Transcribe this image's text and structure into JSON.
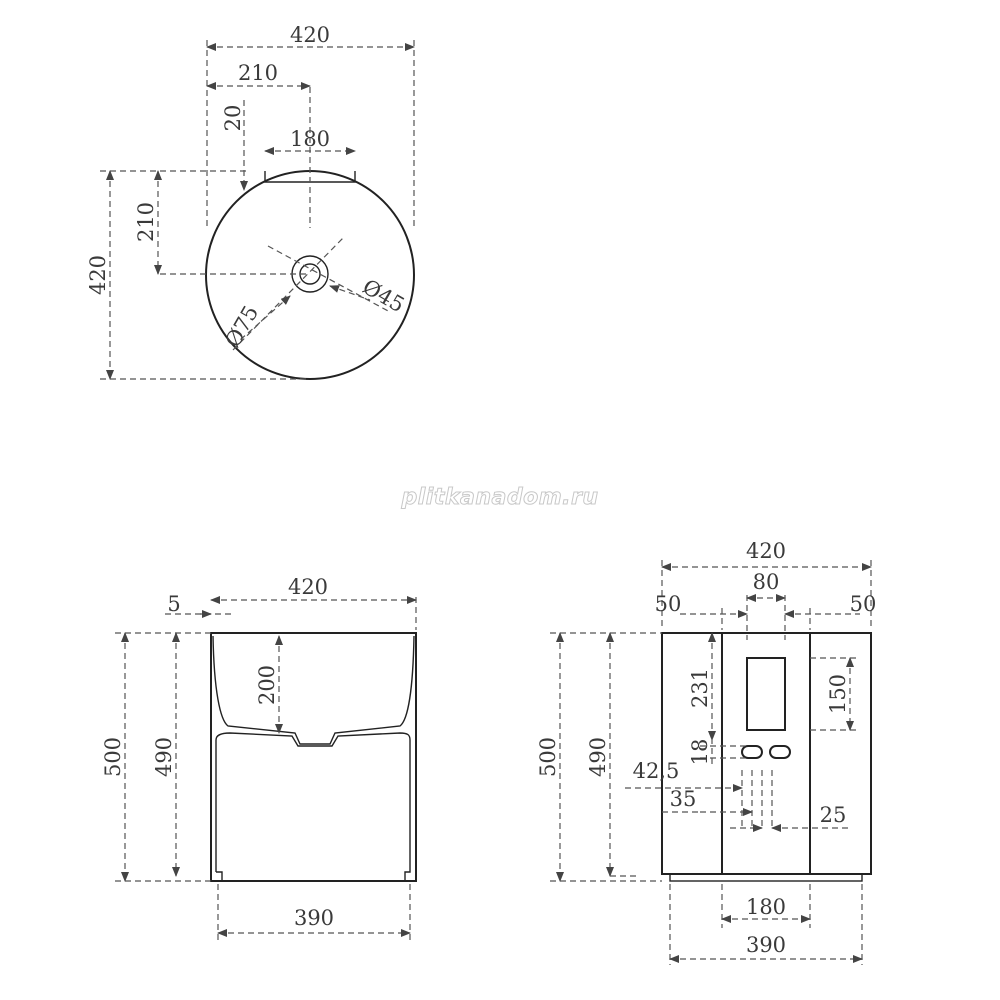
{
  "watermark": "plitkanadom.ru",
  "top_view": {
    "overall_width": "420",
    "half_width": "210",
    "offset": "20",
    "drain_width": "180",
    "half_depth": "210",
    "overall_depth": "420",
    "diameter_small": "Ø45",
    "diameter_large": "Ø75"
  },
  "front_view": {
    "wall": "5",
    "top_width": "420",
    "bowl_depth": "200",
    "total_height": "500",
    "body_height": "490",
    "base_width": "390"
  },
  "side_view": {
    "overall_width": "420",
    "slot_width": "80",
    "left_margin": "50",
    "right_margin": "50",
    "total_height": "500",
    "body_height": "490",
    "upper": "231",
    "window_height": "150",
    "hole_height": "18",
    "offset_a": "42,5",
    "offset_b": "35",
    "offset_c": "25",
    "panel_width": "180",
    "base_width": "390"
  }
}
